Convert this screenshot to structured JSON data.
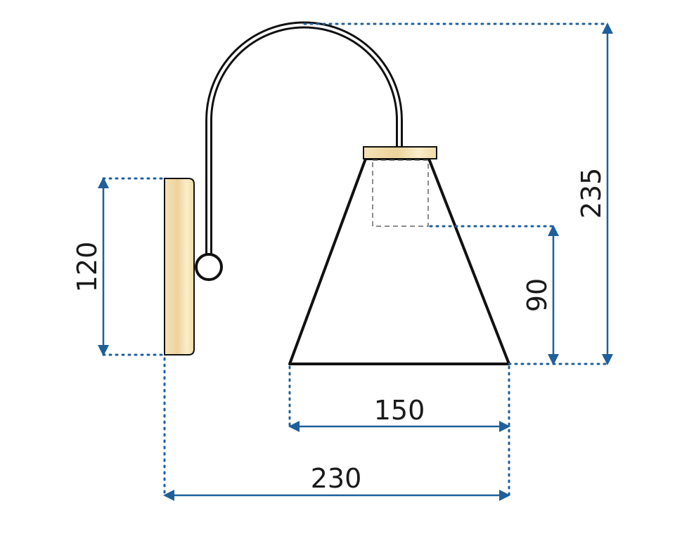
{
  "dimensions": {
    "backplate_height": "120",
    "total_height": "235",
    "shade_height": "90",
    "shade_width": "150",
    "total_depth": "230"
  },
  "colors": {
    "dimension_line": "#1f5f9a",
    "brass": "#f3dfb0",
    "outline": "#111111"
  }
}
